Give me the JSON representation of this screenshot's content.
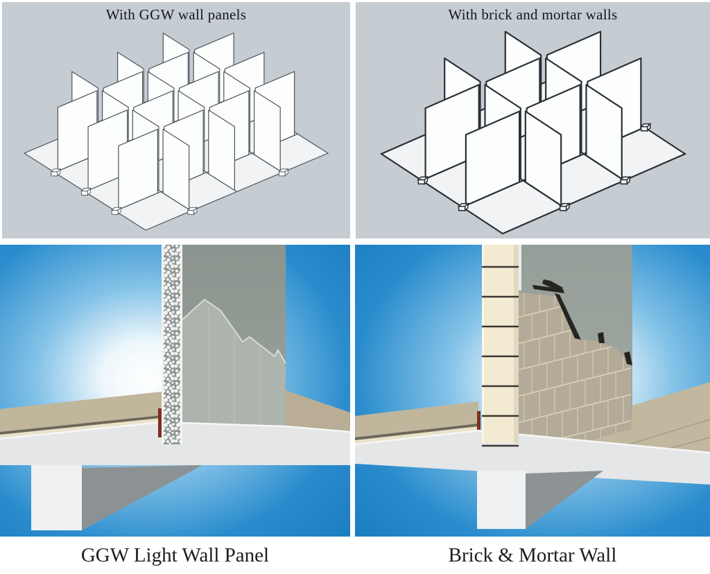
{
  "top_left": {
    "title": "With GGW wall panels"
  },
  "top_right": {
    "title": "With brick and mortar walls"
  },
  "bottom_left": {
    "caption": "GGW Light Wall Panel"
  },
  "bottom_right": {
    "caption": "Brick & Mortar Wall"
  },
  "diagrams": {
    "ggw": {
      "grid_cells": 4,
      "wall_rows": [
        1,
        2,
        3
      ],
      "wall_cols": [
        1,
        2,
        3
      ],
      "wall_type": "thin GGW wall panels"
    },
    "brick": {
      "grid_cells": 3,
      "wall_rows": [
        1,
        2
      ],
      "wall_cols": [
        1,
        2
      ],
      "wall_type": "thick brick and mortar walls"
    }
  },
  "colors": {
    "iso_background": "#c5ccd2",
    "iso_line_light": "#4d535a",
    "iso_line_heavy": "#2b3036",
    "sky_blue_edge": "#1b7dc1",
    "sky_glow_core": "#ffffff",
    "floor_beige": "#c0b69c",
    "slab_gray": "#e4e6e8",
    "back_wall_gray": "#949c97",
    "ggw_core_gray": "#8f9797",
    "brick_cream": "#f2ebd1",
    "block_tan": "#b3ab97"
  }
}
